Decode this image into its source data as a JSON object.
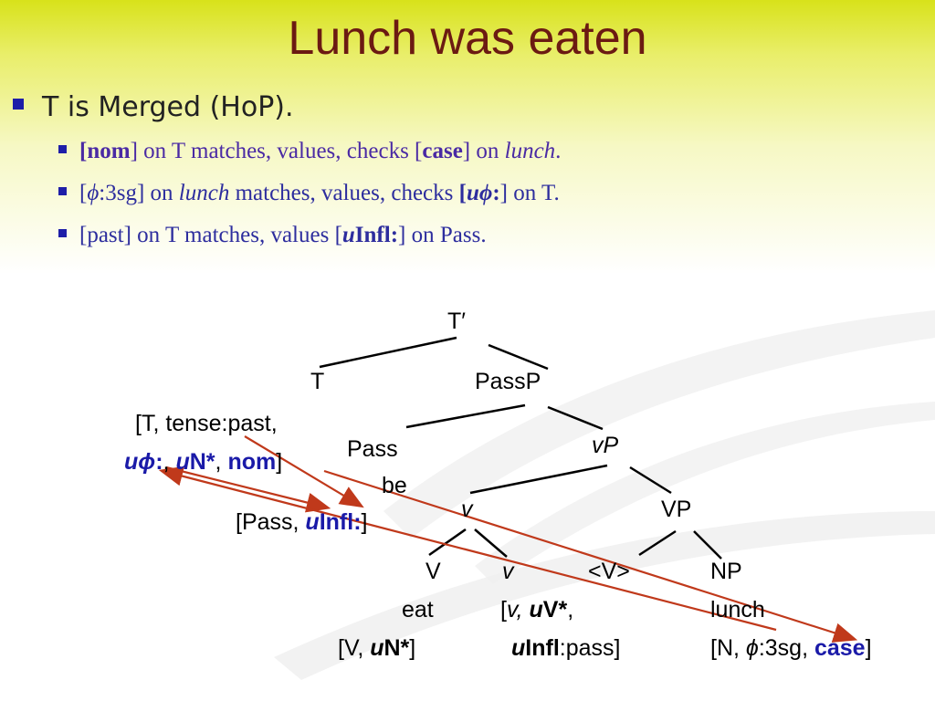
{
  "title": "Lunch was eaten",
  "bullets": {
    "main": "T is Merged (HoP).",
    "sub1": {
      "a": "[",
      "b": "nom",
      "c": "] on T matches, values, checks [",
      "d": "case",
      "e": "] on ",
      "f": "lunch",
      "g": "."
    },
    "sub2": {
      "a": "[",
      "b": "ϕ",
      "c": ":3sg] on ",
      "d": "lunch",
      "e": " matches, values, checks ",
      "f": "[",
      "g": "u",
      "h": "ϕ",
      "i": ":",
      "j": "] on T."
    },
    "sub3": {
      "a": "[past] on T matches, values [",
      "b": "u",
      "c": "Infl:",
      "d": "] on Pass."
    }
  },
  "tree": {
    "tbar": "T′",
    "t": "T",
    "passp": "PassP",
    "t_feat1": "[T, tense:past,",
    "t_feat2_u": "u",
    "t_feat2_phi": "ϕ",
    "t_feat2_colon": ":",
    "t_feat2_comma": ", ",
    "t_feat2_u2": "u",
    "t_feat2_n": "N*",
    "t_feat2_comma2": ", ",
    "t_feat2_nom": "nom",
    "t_feat2_end": "]",
    "pass": "Pass",
    "be": "be",
    "pass_feat_a": "[Pass, ",
    "pass_feat_u": "u",
    "pass_feat_infl": "Infl:",
    "pass_feat_end": "]",
    "vp_small": "vP",
    "v_small": "v",
    "vp": "VP",
    "V": "V",
    "eat": "eat",
    "v_feat_a": "[V, ",
    "v_feat_u": "u",
    "v_feat_n": "N*",
    "v_feat_end": "]",
    "v2": "v",
    "v2_feat1_a": "[",
    "v2_feat1_v": "v,",
    "v2_feat1_u": "u",
    "v2_feat1_V": "V*",
    "v2_feat1_end": ",",
    "v2_feat2_u": "u",
    "v2_feat2_infl": "Infl",
    "v2_feat2_rest": ":pass]",
    "vtrace": "<V>",
    "np": "NP",
    "lunch": "lunch",
    "np_feat_a": "[N, ",
    "np_feat_phi": "ϕ",
    "np_feat_b": ":3sg, ",
    "np_feat_case": "case",
    "np_feat_end": "]"
  },
  "colors": {
    "title": "#6b1a12",
    "feature_blue": "#1a1aa8",
    "arrow": "#c0391b"
  }
}
